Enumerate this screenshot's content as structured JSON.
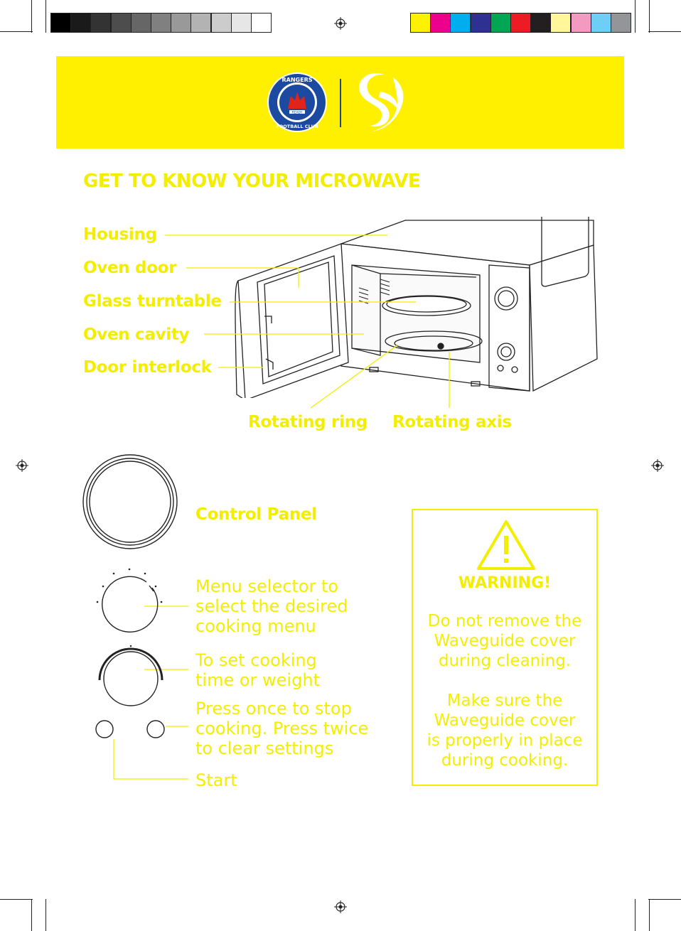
{
  "colors": {
    "brand_yellow": "#fff000",
    "text_yellow": "#f3ee00",
    "line": "#222222"
  },
  "heading": "GET TO KNOW YOUR MICROWAVE",
  "parts": {
    "housing": "Housing",
    "oven_door": "Oven door",
    "glass_turntable": "Glass turntable",
    "oven_cavity": "Oven cavity",
    "door_interlock": "Door interlock",
    "rotating_ring": "Rotating ring",
    "rotating_axis": "Rotating axis"
  },
  "control_panel": {
    "title": "Control Panel",
    "menu_selector": "Menu selector to\nselect the desired\ncooking menu",
    "timer": "To set cooking\ntime or weight",
    "stop": "Press once to stop\ncooking. Press twice\nto clear settings",
    "start": "Start"
  },
  "warning": {
    "title": "WARNING!",
    "line1": "Do not remove the\nWaveguide cover\nduring cleaning.",
    "line2": "Make sure the\nWaveguide cover\nis properly in place\nduring cooking."
  },
  "logos": {
    "club_badge_text": "RANGERS FOOTBALL CLUB",
    "club_motto": "READY",
    "brand_logo": "swan-logo"
  },
  "color_bar": {
    "grays": [
      "#000000",
      "#1a1a1a",
      "#333333",
      "#4d4d4d",
      "#666666",
      "#808080",
      "#999999",
      "#b3b3b3",
      "#cccccc",
      "#e6e6e6",
      "#ffffff"
    ],
    "process": [
      "#fff200",
      "#ec008c",
      "#00aeef",
      "#2e3192",
      "#00a651",
      "#ed1c24",
      "#231f20",
      "#fff799",
      "#f49ac1",
      "#6dcff6",
      "#939598"
    ]
  }
}
